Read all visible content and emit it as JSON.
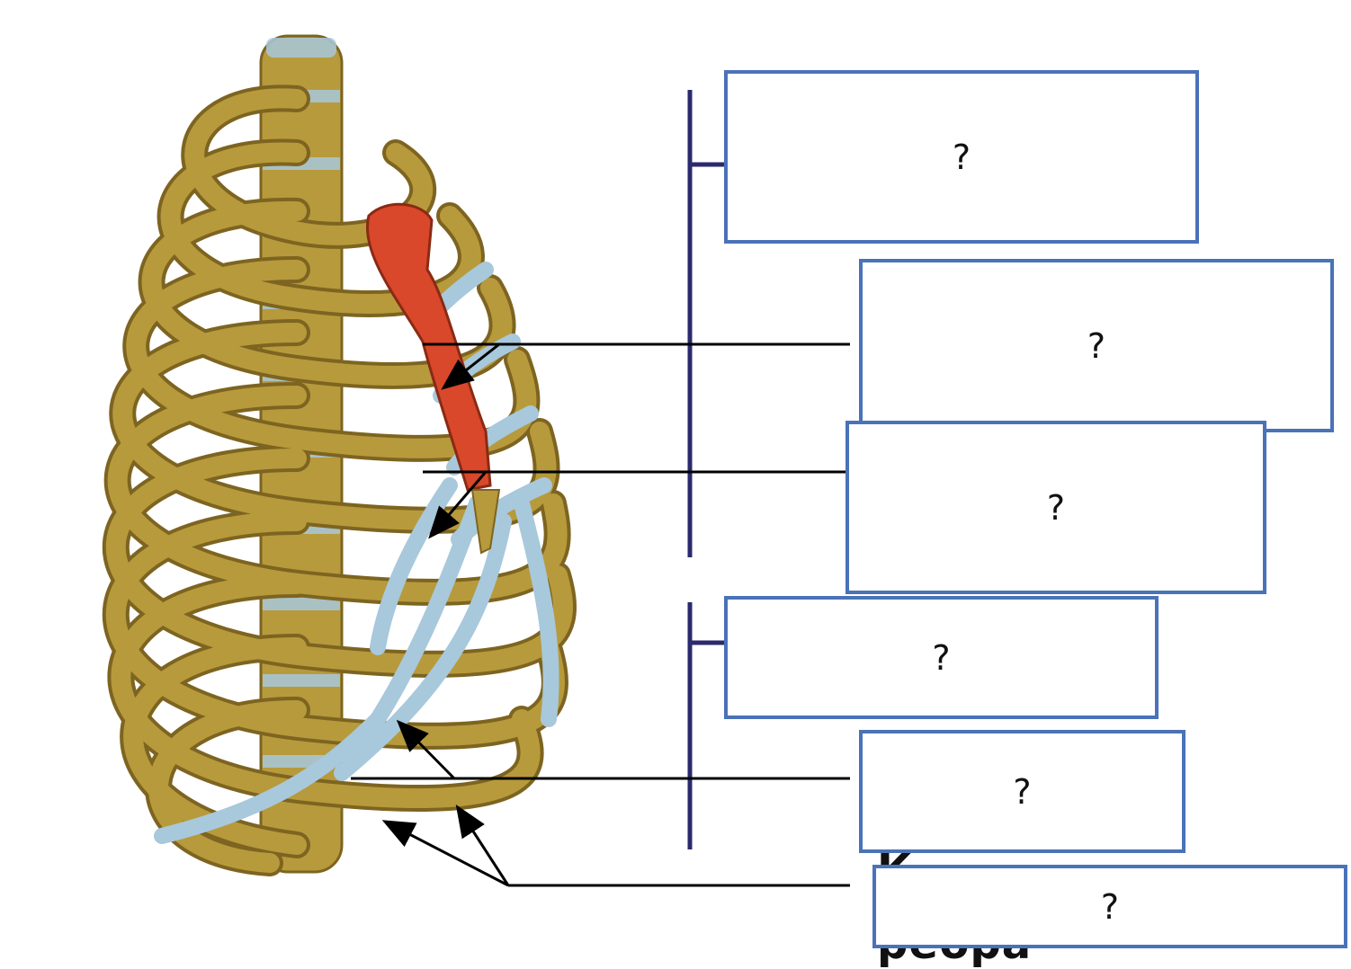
{
  "labels": [
    {
      "id": "sternum",
      "text": "?"
    },
    {
      "id": "true-ribs",
      "text": "?"
    },
    {
      "id": "false-ribs",
      "text": "?"
    },
    {
      "id": "floating-ribs-group",
      "text": "?"
    },
    {
      "id": "costal-arch",
      "text": "?"
    },
    {
      "id": "floating-ribs",
      "text": "?"
    }
  ],
  "partially_hidden_text": {
    "top": "К",
    "bottom": "ребра"
  },
  "colors": {
    "bone": "#b79a3c",
    "bone_dark": "#7d6420",
    "cartilage": "#a8c8dc",
    "sternum": "#d9482a",
    "bracket": "#2b2a6e",
    "leader": "#000000",
    "box_border": "#4a72b8"
  }
}
